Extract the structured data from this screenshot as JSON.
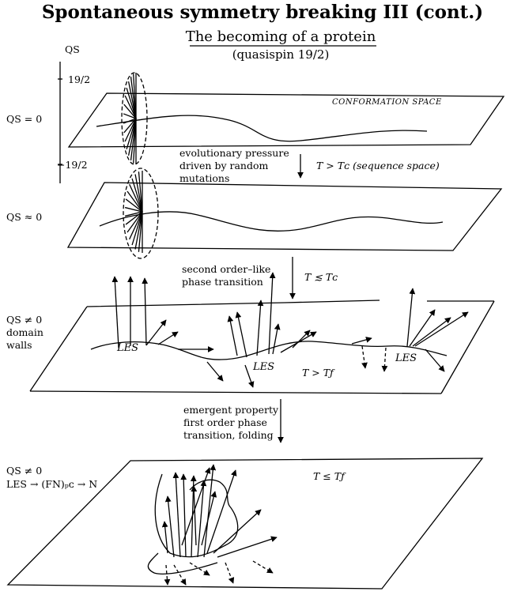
{
  "title": "Spontaneous symmetry breaking III (cont.)",
  "subtitle": "The becoming of a protein",
  "subtitle2": "(quasispin 19/2)",
  "axis": {
    "label": "QS",
    "top_tick": "19/2",
    "mid_tick": "QS = 0",
    "bottom_tick": "−19/2"
  },
  "panel1": {
    "plane_label": "CONFORMATION SPACE"
  },
  "step1": {
    "line1": "evolutionary pressure",
    "line2": "driven by random",
    "line3": "mutations",
    "condition": "T > Tᴄ (sequence space)"
  },
  "panel2": {
    "qs_label": "QS ≈ 0"
  },
  "step2": {
    "line1": "second order–like",
    "line2": "phase transition",
    "condition": "T ≲ Tᴄ"
  },
  "panel3": {
    "qs_label": "QS ≠ 0",
    "line2": "domain",
    "line3": "walls",
    "les_labels": [
      "LES",
      "LES",
      "LES"
    ],
    "temp": "T > Tƒ"
  },
  "step3": {
    "line1": "emergent property",
    "line2": "first order phase",
    "line3": "transition, folding"
  },
  "panel4": {
    "qs_label": "QS ≠ 0",
    "les_label": "LES → (FN)ₚᴄ → N",
    "temp": "T ≤ Tƒ"
  },
  "colors": {
    "ink": "#000000",
    "background": "#ffffff"
  }
}
